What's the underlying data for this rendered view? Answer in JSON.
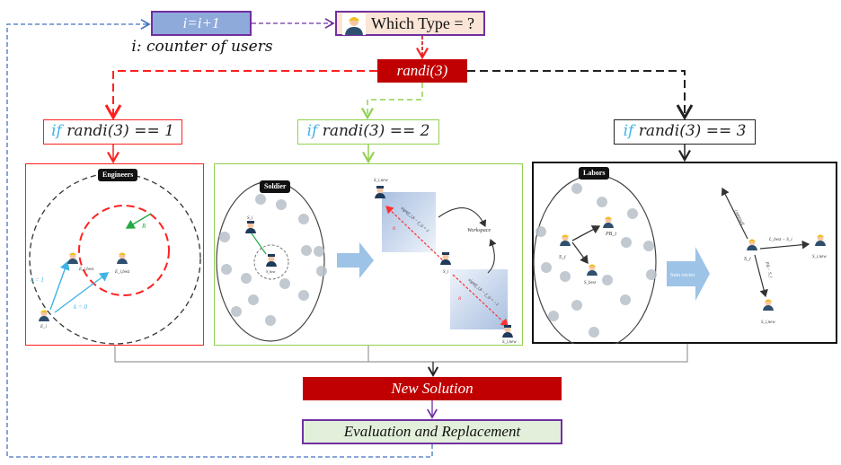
{
  "flow": {
    "increment_box": "i=i+1",
    "counter_label": "i: counter of users",
    "which_type_box": "Which Type = ?",
    "randi_box": "randi(3)",
    "branches": [
      {
        "keyword": "if",
        "condition": "randi(3) == 1",
        "color": "#ff2020"
      },
      {
        "keyword": "if",
        "condition": "randi(3) == 2",
        "color": "#92d050"
      },
      {
        "keyword": "if",
        "condition": "randi(3) == 3",
        "color": "#222222"
      }
    ],
    "new_solution_box": "New Solution",
    "evaluation_box": "Evaluation and Replacement"
  },
  "panels": {
    "engineers": {
      "tag": "Engineers",
      "labels": {
        "radius": "R",
        "k1": "k = 1",
        "k0": "k = 0",
        "e_i": "E_i",
        "e_best_left": "E_i,best",
        "e_best_center": "E_i,best"
      }
    },
    "soldier": {
      "tag": "Soldier",
      "labels": {
        "s_i_top": "S_i",
        "s_best": "S_best",
        "s_new_top": "S_i,new",
        "s_new_bottom": "S_i,new",
        "s_i_center": "S_i",
        "sign_pos": "sign(f_i,b − f_i) = 1",
        "sign_neg": "sign(f_i,b − f_i) = −1",
        "r_top": "R",
        "r_bottom": "R",
        "workspace": "Workspace"
      }
    },
    "labors": {
      "tag": "Labors",
      "sum_vector": "Sum vector",
      "labels": {
        "s_i": "S_i",
        "pb_i": "PB_i",
        "s_best": "S_best",
        "s_i_right": "S_i",
        "s_lnew_right": "S_i,new",
        "s_lnew_bottom": "S_i,new",
        "l_best_minus": "L_best − S_i",
        "pb_minus": "PB − S_i",
        "fmute": "f(mutate)"
      }
    }
  },
  "colors": {
    "purple": "#7030a0",
    "dark_red": "#c00000",
    "red": "#ff2020",
    "green": "#92d050",
    "blue_dashed": "#4472c4",
    "light_blue": "#8eaadb",
    "cyan": "#3fb3e8"
  }
}
